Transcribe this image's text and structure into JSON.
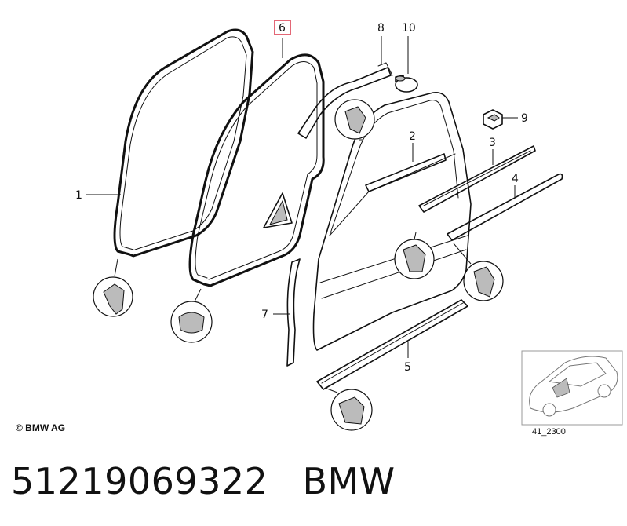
{
  "diagram": {
    "callouts": [
      {
        "id": "1",
        "label": "1",
        "highlighted": false
      },
      {
        "id": "2",
        "label": "2",
        "highlighted": false
      },
      {
        "id": "3",
        "label": "3",
        "highlighted": false
      },
      {
        "id": "4",
        "label": "4",
        "highlighted": false
      },
      {
        "id": "5",
        "label": "5",
        "highlighted": false
      },
      {
        "id": "6",
        "label": "6",
        "highlighted": true
      },
      {
        "id": "7",
        "label": "7",
        "highlighted": false
      },
      {
        "id": "8",
        "label": "8",
        "highlighted": false
      },
      {
        "id": "9",
        "label": "9",
        "highlighted": false
      },
      {
        "id": "10",
        "label": "10",
        "highlighted": false
      }
    ],
    "highlight_color": "#d0021b",
    "copyright": "© BMW AG",
    "reference_code": "41_2300"
  },
  "footer": {
    "part_number": "51219069322",
    "brand": "BMW"
  }
}
